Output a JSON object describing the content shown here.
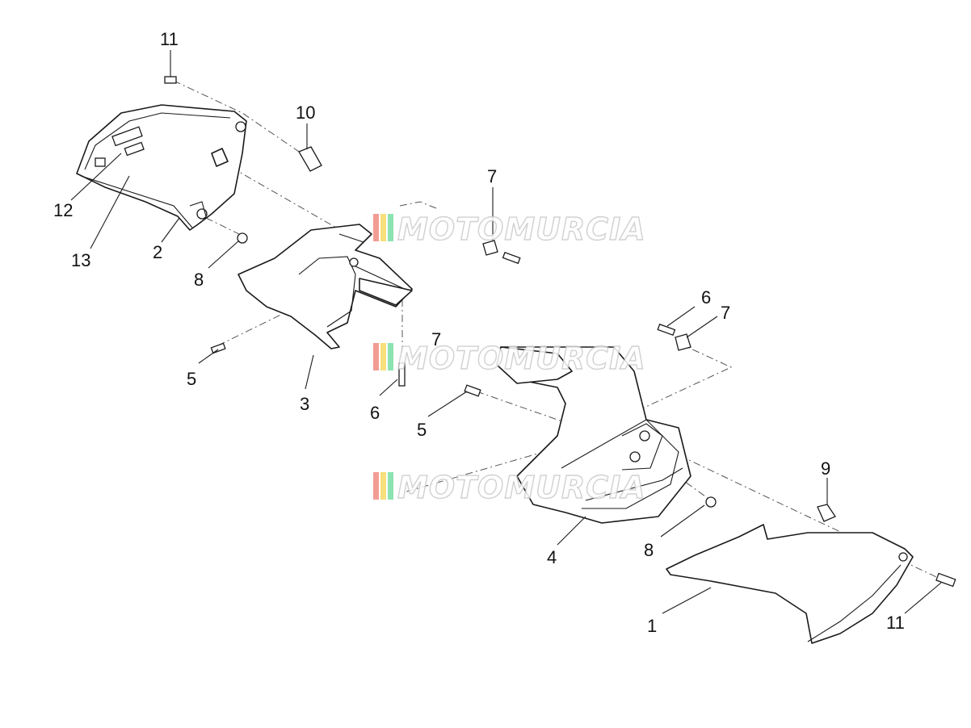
{
  "callouts": {
    "c11a": "11",
    "c10": "10",
    "c12": "12",
    "c13": "13",
    "c2": "2",
    "c8a": "8",
    "c7a": "7",
    "c5a": "5",
    "c3": "3",
    "c7b": "7",
    "c6a": "6",
    "c6b": "6",
    "c7c": "7",
    "c5b": "5",
    "c4": "4",
    "c8b": "8",
    "c9": "9",
    "c1": "1",
    "c11b": "11"
  },
  "watermark": {
    "text": "MOTOMURCIA",
    "stripe_colors": [
      "#e74c3c",
      "#f1c40f",
      "#2ecc71"
    ]
  },
  "colors": {
    "line": "#1a1a1a",
    "background": "#ffffff"
  }
}
